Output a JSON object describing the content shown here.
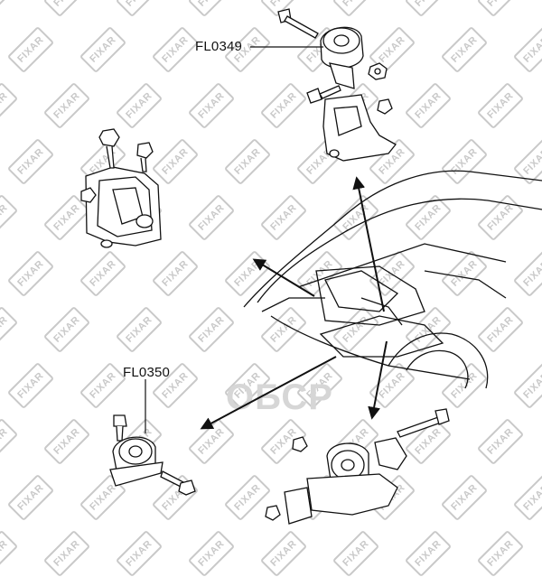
{
  "labels": {
    "part_upper": "FL0349",
    "part_lower": "FL0350"
  },
  "watermark": {
    "brand": "FIXAR",
    "center_text": "ОБСР"
  },
  "colors": {
    "line": "#111111",
    "watermark": "#c9c9c9",
    "background": "#ffffff"
  },
  "icons": [
    "bolt-icon",
    "nut-icon",
    "arrow-icon",
    "engine-mount-icon",
    "car-outline-icon"
  ]
}
